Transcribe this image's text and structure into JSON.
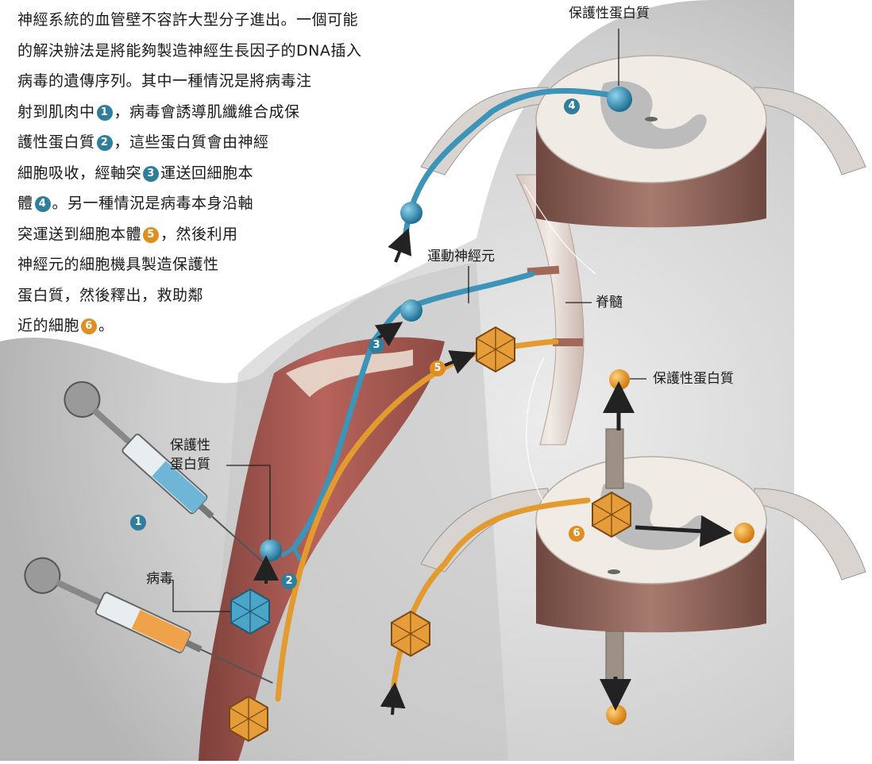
{
  "intro": {
    "lines": [
      {
        "before": "神經系統的血管壁不容許大型分子進出。一個可能"
      },
      {
        "before": "的解決辦法是將能夠製造神經生長因子的DNA插入"
      },
      {
        "before": "病毒的遺傳序列。其中一種情況是將病毒注"
      },
      {
        "before": "射到肌肉中",
        "num": "1",
        "color": "blue",
        "after": "，病毒會誘導肌纖維合成保"
      },
      {
        "before": "護性蛋白質",
        "num": "2",
        "color": "blue",
        "after": "，這些蛋白質會由神經"
      },
      {
        "before": "細胞吸收，經軸突",
        "num": "3",
        "color": "blue",
        "after": "運送回細胞本"
      },
      {
        "before": "體",
        "num": "4",
        "color": "blue",
        "after": "。另一種情況是病毒本身沿軸"
      },
      {
        "before": "突運送到細胞本體",
        "num": "5",
        "color": "orange",
        "after": "，然後利用"
      },
      {
        "before": "神經元的細胞機具製造保護性"
      },
      {
        "before": "蛋白質，然後釋出，救助鄰"
      },
      {
        "before": "近的細胞",
        "num": "6",
        "color": "orange",
        "after": "。"
      }
    ]
  },
  "labels": {
    "protective_top": "保護性蛋白質",
    "motor_neuron": "運動神經元",
    "spinal_cord": "脊髓",
    "protective_right": "保護性蛋白質",
    "protective_left_1": "保護性",
    "protective_left_2": "蛋白質",
    "virus": "病毒"
  },
  "badges": {
    "b1": "1",
    "b2": "2",
    "b3": "3",
    "b4": "4",
    "b5": "5",
    "b6": "6"
  },
  "colors": {
    "axon_blue": "#3c94b8",
    "virus_orange": "#e89a3a",
    "protein_orange": "#f0a020",
    "muscle": "#a04a40",
    "cord": "#8a5a50"
  }
}
